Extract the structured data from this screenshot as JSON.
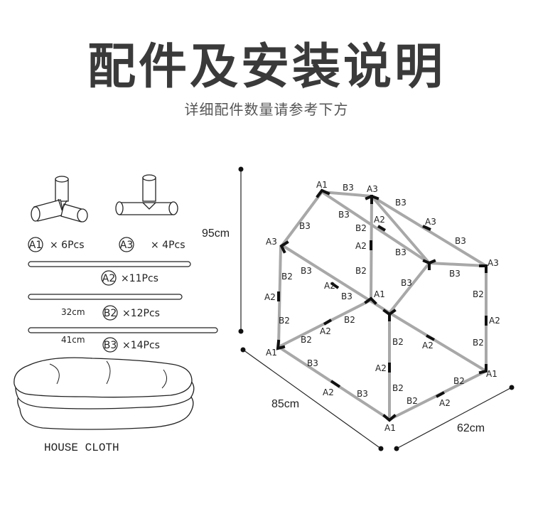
{
  "header": {
    "title": "配件及安装说明",
    "subtitle": "详细配件数量请参考下方"
  },
  "parts": {
    "a1": {
      "code": "A1",
      "qty": "× 6Pcs"
    },
    "a3": {
      "code": "A3",
      "qty": "× 4Pcs"
    },
    "a2": {
      "code": "A2",
      "qty": "×11Pcs"
    },
    "b2": {
      "code": "B2",
      "qty": "×12Pcs",
      "length": "32cm"
    },
    "b3": {
      "code": "B3",
      "qty": "×14Pcs",
      "length": "41cm"
    },
    "cloth": {
      "label": "HOUSE CLOTH"
    }
  },
  "dimensions": {
    "height": "95cm",
    "length": "85cm",
    "width": "62cm"
  },
  "frame_labels": {
    "a1": "A1",
    "a2": "A2",
    "a3": "A3",
    "b2": "B2",
    "b3": "B3"
  },
  "colors": {
    "title": "#3a3a3a",
    "pole": "#a8a8a8",
    "joint": "#111111"
  }
}
